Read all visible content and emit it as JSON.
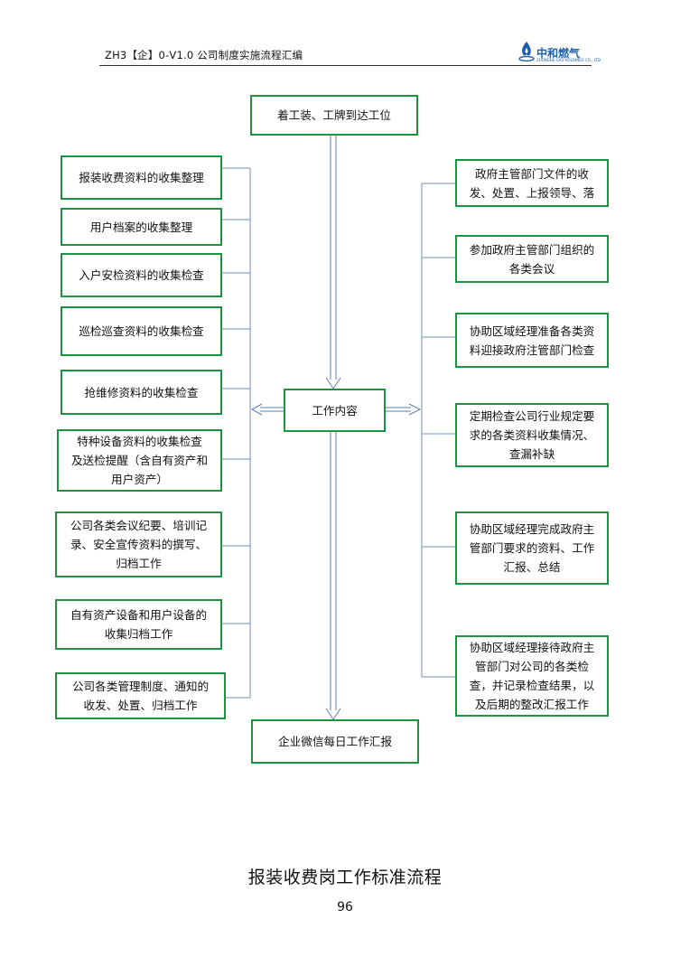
{
  "header": {
    "text": "ZH3【企】0-V1.0 公司制度实施流程汇编",
    "logo_text": "中和燃气",
    "logo_subtext": "ZHONGHE GAS HOLDINGS CO., LTD."
  },
  "flow": {
    "top_box": "着工装、工牌到达工位",
    "center_box": "工作内容",
    "bottom_box": "企业微信每日工作汇报",
    "left_items": [
      "报装收费资料的收集整理",
      "用户档案的收集整理",
      "入户安检资料的收集检查",
      "巡检巡查资料的收集检查",
      "抢维修资料的收集检查",
      "特种设备资料的收集检查\n及送检提醒（含自有资产和\n用户资产）",
      "公司各类会议纪要、培训记\n录、安全宣传资料的撰写、\n归档工作",
      "自有资产设备和用户设备的\n收集归档工作",
      "公司各类管理制度、通知的\n收发、处置、归档工作"
    ],
    "right_items": [
      "政府主管部门文件的收\n发、处置、上报领导、落",
      "参加政府主管部门组织的\n各类会议",
      "协助区域经理准备各类资\n料迎接政府注管部门检查",
      "定期检查公司行业规定要\n求的各类资料收集情况、\n查漏补缺",
      "协助区域经理完成政府主\n管部门要求的资料、工作\n汇报、总结",
      "协助区域经理接待政府主\n管部门对公司的各类检\n查，并记录检查结果，以\n及后期的整改汇报工作"
    ]
  },
  "title": "报装收费岗工作标准流程",
  "page_number": "96",
  "colors": {
    "box_border": "#1a9441",
    "connector": "#6f8fb8",
    "logo": "#1e5fa8"
  }
}
